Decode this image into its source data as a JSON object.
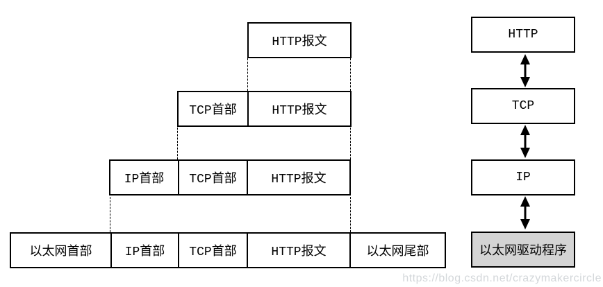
{
  "encapsulation": {
    "rows": [
      {
        "cells": [
          {
            "label": "HTTP报文"
          }
        ]
      },
      {
        "cells": [
          {
            "label": "TCP首部"
          },
          {
            "label": "HTTP报文"
          }
        ]
      },
      {
        "cells": [
          {
            "label": "IP首部"
          },
          {
            "label": "TCP首部"
          },
          {
            "label": "HTTP报文"
          }
        ]
      },
      {
        "cells": [
          {
            "label": "以太网首部"
          },
          {
            "label": "IP首部"
          },
          {
            "label": "TCP首部"
          },
          {
            "label": "HTTP报文"
          },
          {
            "label": "以太网尾部"
          }
        ]
      }
    ]
  },
  "protocol_stack": {
    "layers": [
      {
        "label": "HTTP"
      },
      {
        "label": "TCP"
      },
      {
        "label": "IP"
      },
      {
        "label": "以太网驱动程序",
        "highlighted": true
      }
    ]
  },
  "watermark": "https://blog.csdn.net/crazymakercircle",
  "colors": {
    "border": "#000000",
    "box_bg": "#ffffff",
    "driver_bg": "#d4d4d4",
    "watermark": "#d3d7da"
  }
}
